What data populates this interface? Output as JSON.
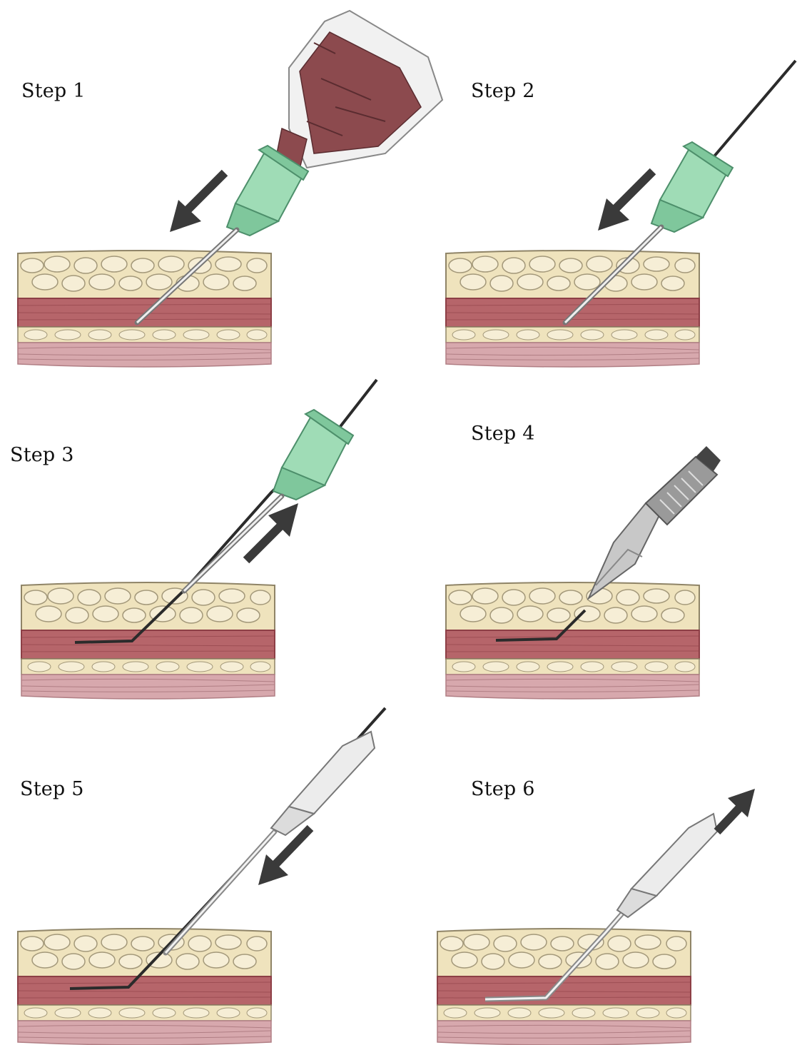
{
  "steps": [
    {
      "label": "Step 1",
      "tool": "needle-with-blood-flash",
      "arrow": "insert"
    },
    {
      "label": "Step 2",
      "tool": "needle-with-guidewire",
      "arrow": "insert"
    },
    {
      "label": "Step 3",
      "tool": "needle-over-guidewire",
      "arrow": "withdraw"
    },
    {
      "label": "Step 4",
      "tool": "scalpel",
      "arrow": "none"
    },
    {
      "label": "Step 5",
      "tool": "catheter-over-guidewire",
      "arrow": "insert"
    },
    {
      "label": "Step 6",
      "tool": "catheter-guidewire-removed",
      "arrow": "withdraw"
    }
  ],
  "colors": {
    "fat": "#efe3bd",
    "fat_lobule": "#f3ead0",
    "fat_outline": "#8f8467",
    "vessel": "#b6656a",
    "vessel_dark": "#8d3f46",
    "muscle": "#d7a8ad",
    "needle_hub": "#9fdcb6",
    "needle_hub_dark": "#5fae84",
    "blood": "#8c4a4e",
    "catheter": "#e6e6e6",
    "guidewire": "#2b2b2b",
    "arrow": "#3a3a3a"
  }
}
